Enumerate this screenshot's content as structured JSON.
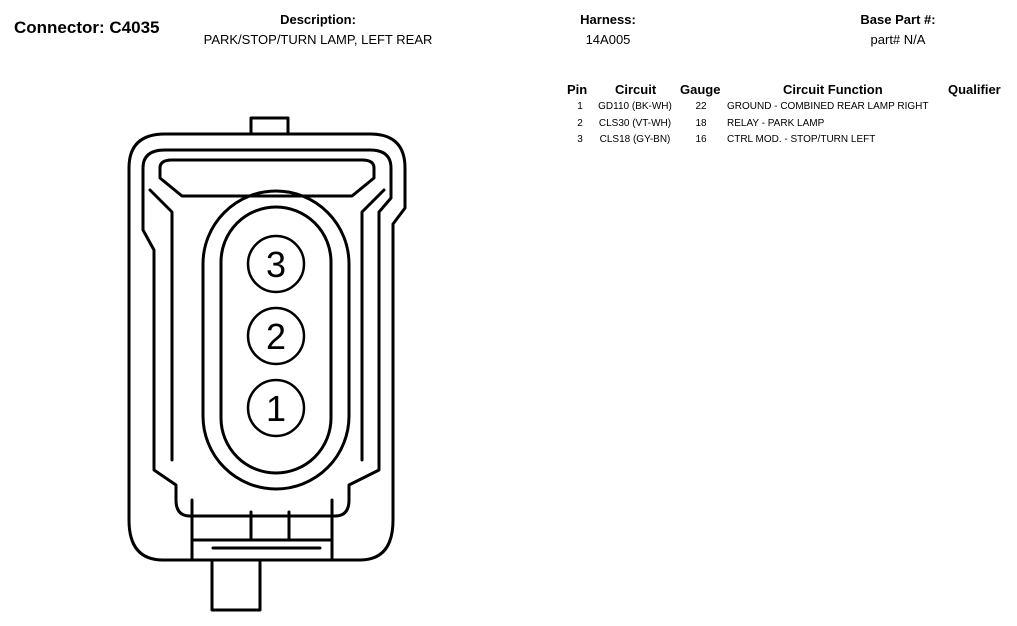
{
  "connector": {
    "title": "Connector: C4035"
  },
  "header": {
    "description_label": "Description:",
    "description_value": "PARK/STOP/TURN LAMP, LEFT REAR",
    "harness_label": "Harness:",
    "harness_value": "14A005",
    "base_part_label": "Base Part #:",
    "base_part_value": "part# N/A"
  },
  "table": {
    "headers": {
      "pin": "Pin",
      "circuit": "Circuit",
      "gauge": "Gauge",
      "function": "Circuit Function",
      "qualifier": "Qualifier"
    },
    "rows": [
      {
        "pin": "1",
        "circuit": "GD110 (BK-WH)",
        "gauge": "22",
        "function": "GROUND - COMBINED REAR LAMP RIGHT",
        "qualifier": ""
      },
      {
        "pin": "2",
        "circuit": "CLS30 (VT-WH)",
        "gauge": "18",
        "function": "RELAY - PARK LAMP",
        "qualifier": ""
      },
      {
        "pin": "3",
        "circuit": "CLS18 (GY-BN)",
        "gauge": "16",
        "function": "CTRL MOD. - STOP/TURN LEFT",
        "qualifier": ""
      }
    ]
  },
  "diagram": {
    "pin_labels": [
      "3",
      "2",
      "1"
    ]
  }
}
